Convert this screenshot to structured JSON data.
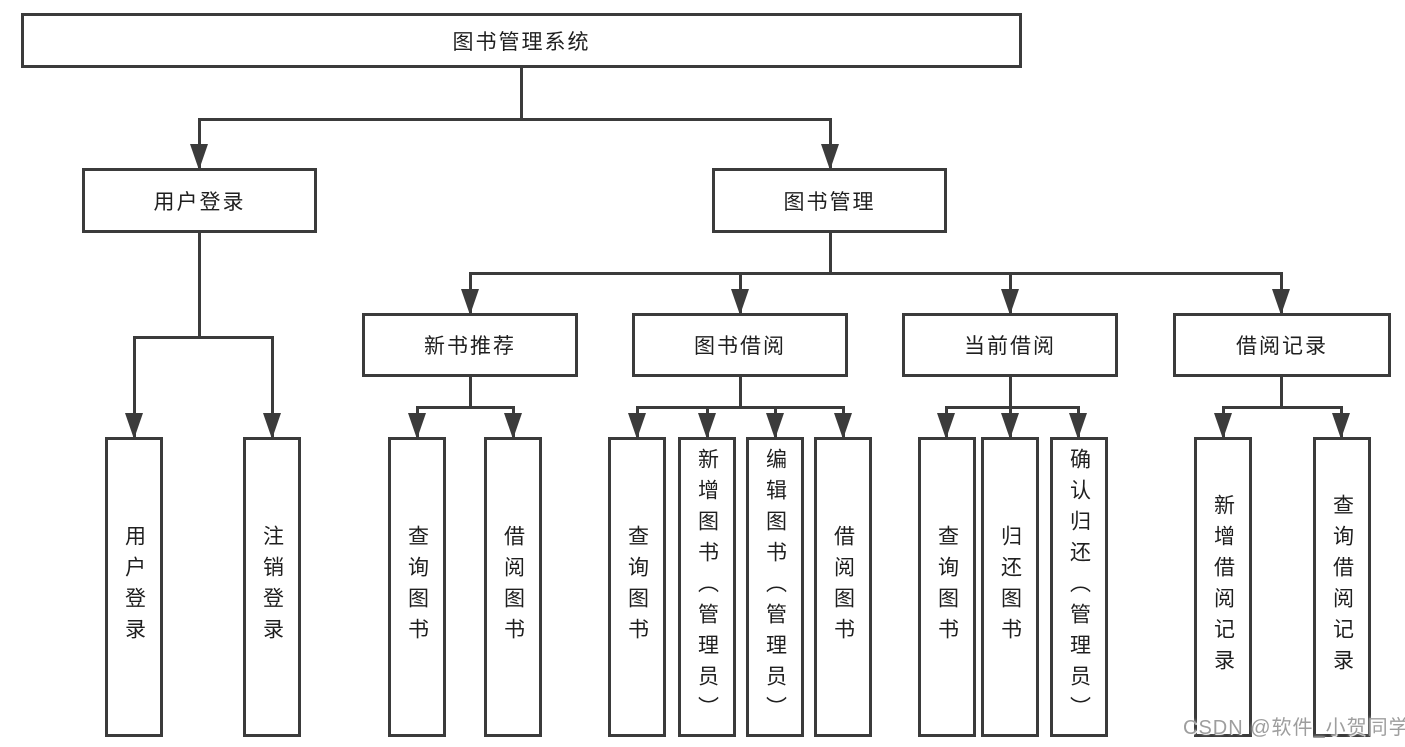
{
  "diagram": {
    "type": "feature-tree",
    "colors": {
      "line": "#3b3b3b",
      "box_border": "#3b3b3b",
      "box_fill": "#ffffff",
      "text": "#1f1f1f",
      "watermark": "#9e9e9e",
      "background": "#ffffff"
    },
    "nodes": {
      "root": {
        "label": "图书管理系统",
        "parent": null
      },
      "login": {
        "label": "用户登录",
        "parent": "root"
      },
      "mgmt": {
        "label": "图书管理",
        "parent": "root"
      },
      "rec": {
        "label": "新书推荐",
        "parent": "mgmt"
      },
      "bor": {
        "label": "图书借阅",
        "parent": "mgmt"
      },
      "cur": {
        "label": "当前借阅",
        "parent": "mgmt"
      },
      "recd": {
        "label": "借阅记录",
        "parent": "mgmt"
      },
      "leaf_login": {
        "label": "用户登录",
        "parent": "login"
      },
      "leaf_logout": {
        "label": "注销登录",
        "parent": "login"
      },
      "rec_query": {
        "label": "查询图书",
        "parent": "rec"
      },
      "rec_borrow": {
        "label": "借阅图书",
        "parent": "rec"
      },
      "bor_query": {
        "label": "查询图书",
        "parent": "bor"
      },
      "bor_add": {
        "label": "新增图书（管理员）",
        "parent": "bor"
      },
      "bor_edit": {
        "label": "编辑图书（管理员）",
        "parent": "bor"
      },
      "bor_borrow": {
        "label": "借阅图书",
        "parent": "bor"
      },
      "cur_query": {
        "label": "查询图书",
        "parent": "cur"
      },
      "cur_return": {
        "label": "归还图书",
        "parent": "cur"
      },
      "cur_confirm": {
        "label": "确认归还（管理员）",
        "parent": "cur"
      },
      "recd_add": {
        "label": "新增借阅记录",
        "parent": "recd"
      },
      "recd_query": {
        "label": "查询借阅记录",
        "parent": "recd"
      }
    }
  },
  "watermark": {
    "text": "CSDN @软件_小贺同学"
  }
}
